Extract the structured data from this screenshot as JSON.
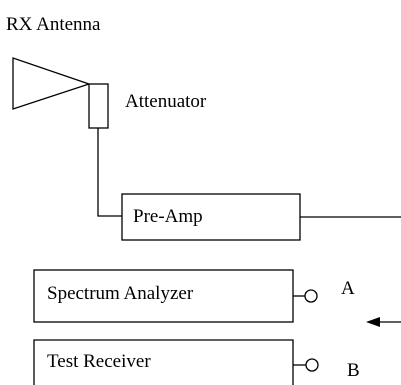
{
  "diagram": {
    "antenna_label": "RX Antenna",
    "attenuator_label": "Attenuator",
    "preamp_label": "Pre-Amp",
    "spectrum_analyzer_label": "Spectrum Analyzer",
    "test_receiver_label": "Test Receiver",
    "port_a_label": "A",
    "port_b_label": "B"
  }
}
